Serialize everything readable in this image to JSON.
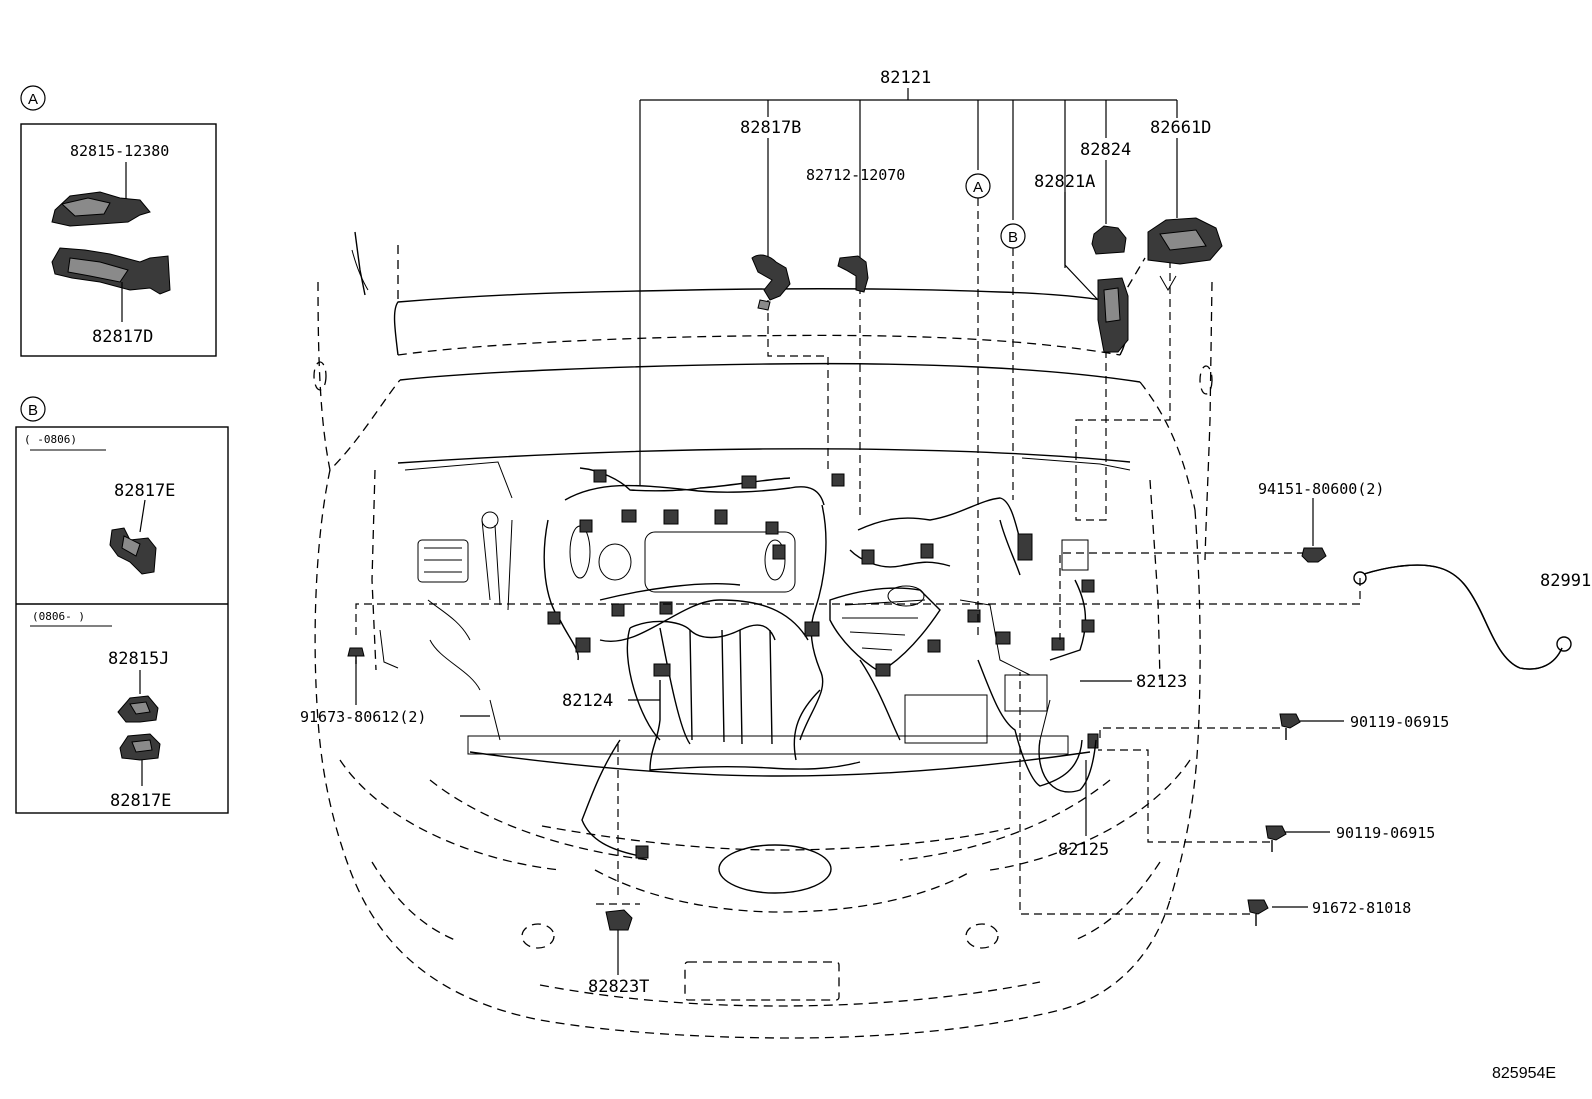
{
  "callouts": {
    "a": "A",
    "b": "B"
  },
  "inset_a": {
    "label_top": "82815-12380",
    "label_bottom": "82817D"
  },
  "inset_b": {
    "range_1": "(      -0806)",
    "label_1": "82817E",
    "range_2": "(0806-      )",
    "label_2": "82815J",
    "label_3": "82817E"
  },
  "labels": {
    "p82121": "82121",
    "p82817B": "82817B",
    "p82712": "82712-12070",
    "p82824": "82824",
    "p82661D": "82661D",
    "p82821A": "82821A",
    "p94151": "94151-80600(2)",
    "p82991": "82991",
    "p82123": "82123",
    "p82124": "82124",
    "p91673": "91673-80612(2)",
    "p90119a": "90119-06915",
    "p90119b": "90119-06915",
    "p82125": "82125",
    "p91672": "91672-81018",
    "p82823T": "82823T"
  },
  "diagram_id": "825954E"
}
